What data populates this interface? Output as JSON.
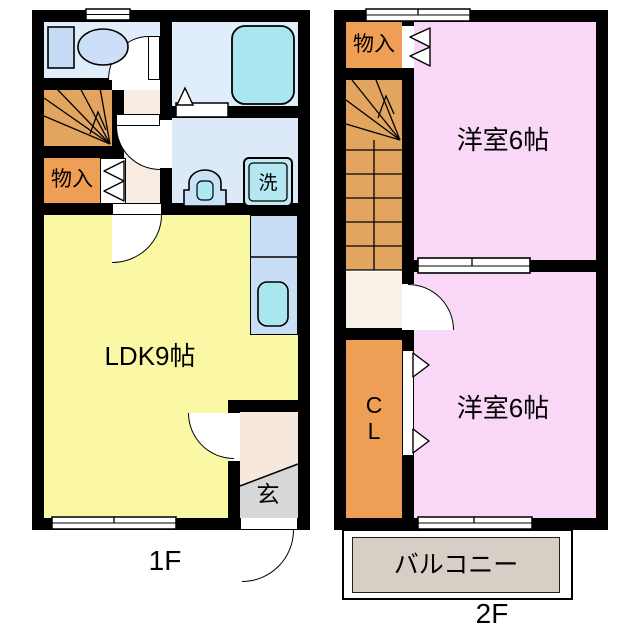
{
  "floor1": {
    "floor_label": "1F",
    "rooms": {
      "ldk": "LDK9帖",
      "storage": "物入",
      "entrance": "玄",
      "laundry": "洗"
    }
  },
  "floor2": {
    "floor_label": "2F",
    "rooms": {
      "storage": "物入",
      "bedroom1": "洋室6帖",
      "bedroom2": "洋室6帖",
      "closet_c": "C",
      "closet_l": "L",
      "balcony": "バルコニー"
    }
  },
  "colors": {
    "wall": "#000000",
    "ldk": "#FAF8A5",
    "bedroom": "#F9D7F7",
    "wet_rooms": "#E0EDFA",
    "bathtub": "#A9E6EF",
    "stairs": "#E1A55F",
    "storage": "#EF9E55",
    "hallway_1f": "#F7EBE2",
    "hallway_2f": "#F9F0E8",
    "entrance_hall": "#F6E8DC",
    "entrance_step": "#D7D7D7",
    "balcony": "#D7CEC5",
    "kitchen_counter": "#C7DEF4"
  }
}
